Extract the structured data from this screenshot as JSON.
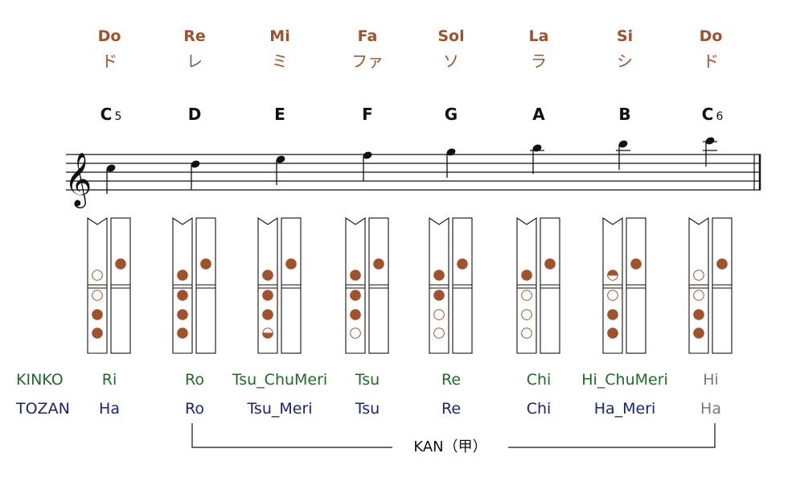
{
  "colors": {
    "solfege": "#a0522d",
    "hole_closed": "#a0522d",
    "kinko": "#1f6b2a",
    "tozan": "#1a237e",
    "muted": "#7a7a7a",
    "ink": "#111111"
  },
  "row_labels": {
    "kinko": "KINKO",
    "tozan": "TOZAN"
  },
  "kan_label": "KAN（甲）",
  "columns": [
    {
      "solfege": "Do",
      "kana": "ド",
      "note": "C",
      "octave": "5",
      "kinko": "Ri",
      "tozan": "Ha",
      "muted": false,
      "front": [
        "o",
        "o",
        "c",
        "c"
      ],
      "back": "c"
    },
    {
      "solfege": "Re",
      "kana": "レ",
      "note": "D",
      "octave": "",
      "kinko": "Ro",
      "tozan": "Ro",
      "muted": false,
      "front": [
        "c",
        "c",
        "c",
        "c"
      ],
      "back": "c"
    },
    {
      "solfege": "Mi",
      "kana": "ミ",
      "note": "E",
      "octave": "",
      "kinko": "Tsu_ChuMeri",
      "tozan": "Tsu_Meri",
      "muted": false,
      "front": [
        "c",
        "c",
        "c",
        "hb"
      ],
      "back": "c"
    },
    {
      "solfege": "Fa",
      "kana": "ファ",
      "note": "F",
      "octave": "",
      "kinko": "Tsu",
      "tozan": "Tsu",
      "muted": false,
      "front": [
        "c",
        "c",
        "c",
        "o"
      ],
      "back": "c"
    },
    {
      "solfege": "Sol",
      "kana": "ソ",
      "note": "G",
      "octave": "",
      "kinko": "Re",
      "tozan": "Re",
      "muted": false,
      "front": [
        "c",
        "c",
        "o",
        "o"
      ],
      "back": "c"
    },
    {
      "solfege": "La",
      "kana": "ラ",
      "note": "A",
      "octave": "",
      "kinko": "Chi",
      "tozan": "Chi",
      "muted": false,
      "front": [
        "c",
        "o",
        "o",
        "o"
      ],
      "back": "c"
    },
    {
      "solfege": "Si",
      "kana": "シ",
      "note": "B",
      "octave": "",
      "kinko": "Hi_ChuMeri",
      "tozan": "Ha_Meri",
      "muted": false,
      "front": [
        "ht",
        "o",
        "c",
        "c"
      ],
      "back": "c"
    },
    {
      "solfege": "Do",
      "kana": "ド",
      "note": "C",
      "octave": "6",
      "kinko": "Hi",
      "tozan": "Ha",
      "muted": true,
      "front": [
        "o",
        "o",
        "c",
        "c"
      ],
      "back": "c"
    }
  ]
}
